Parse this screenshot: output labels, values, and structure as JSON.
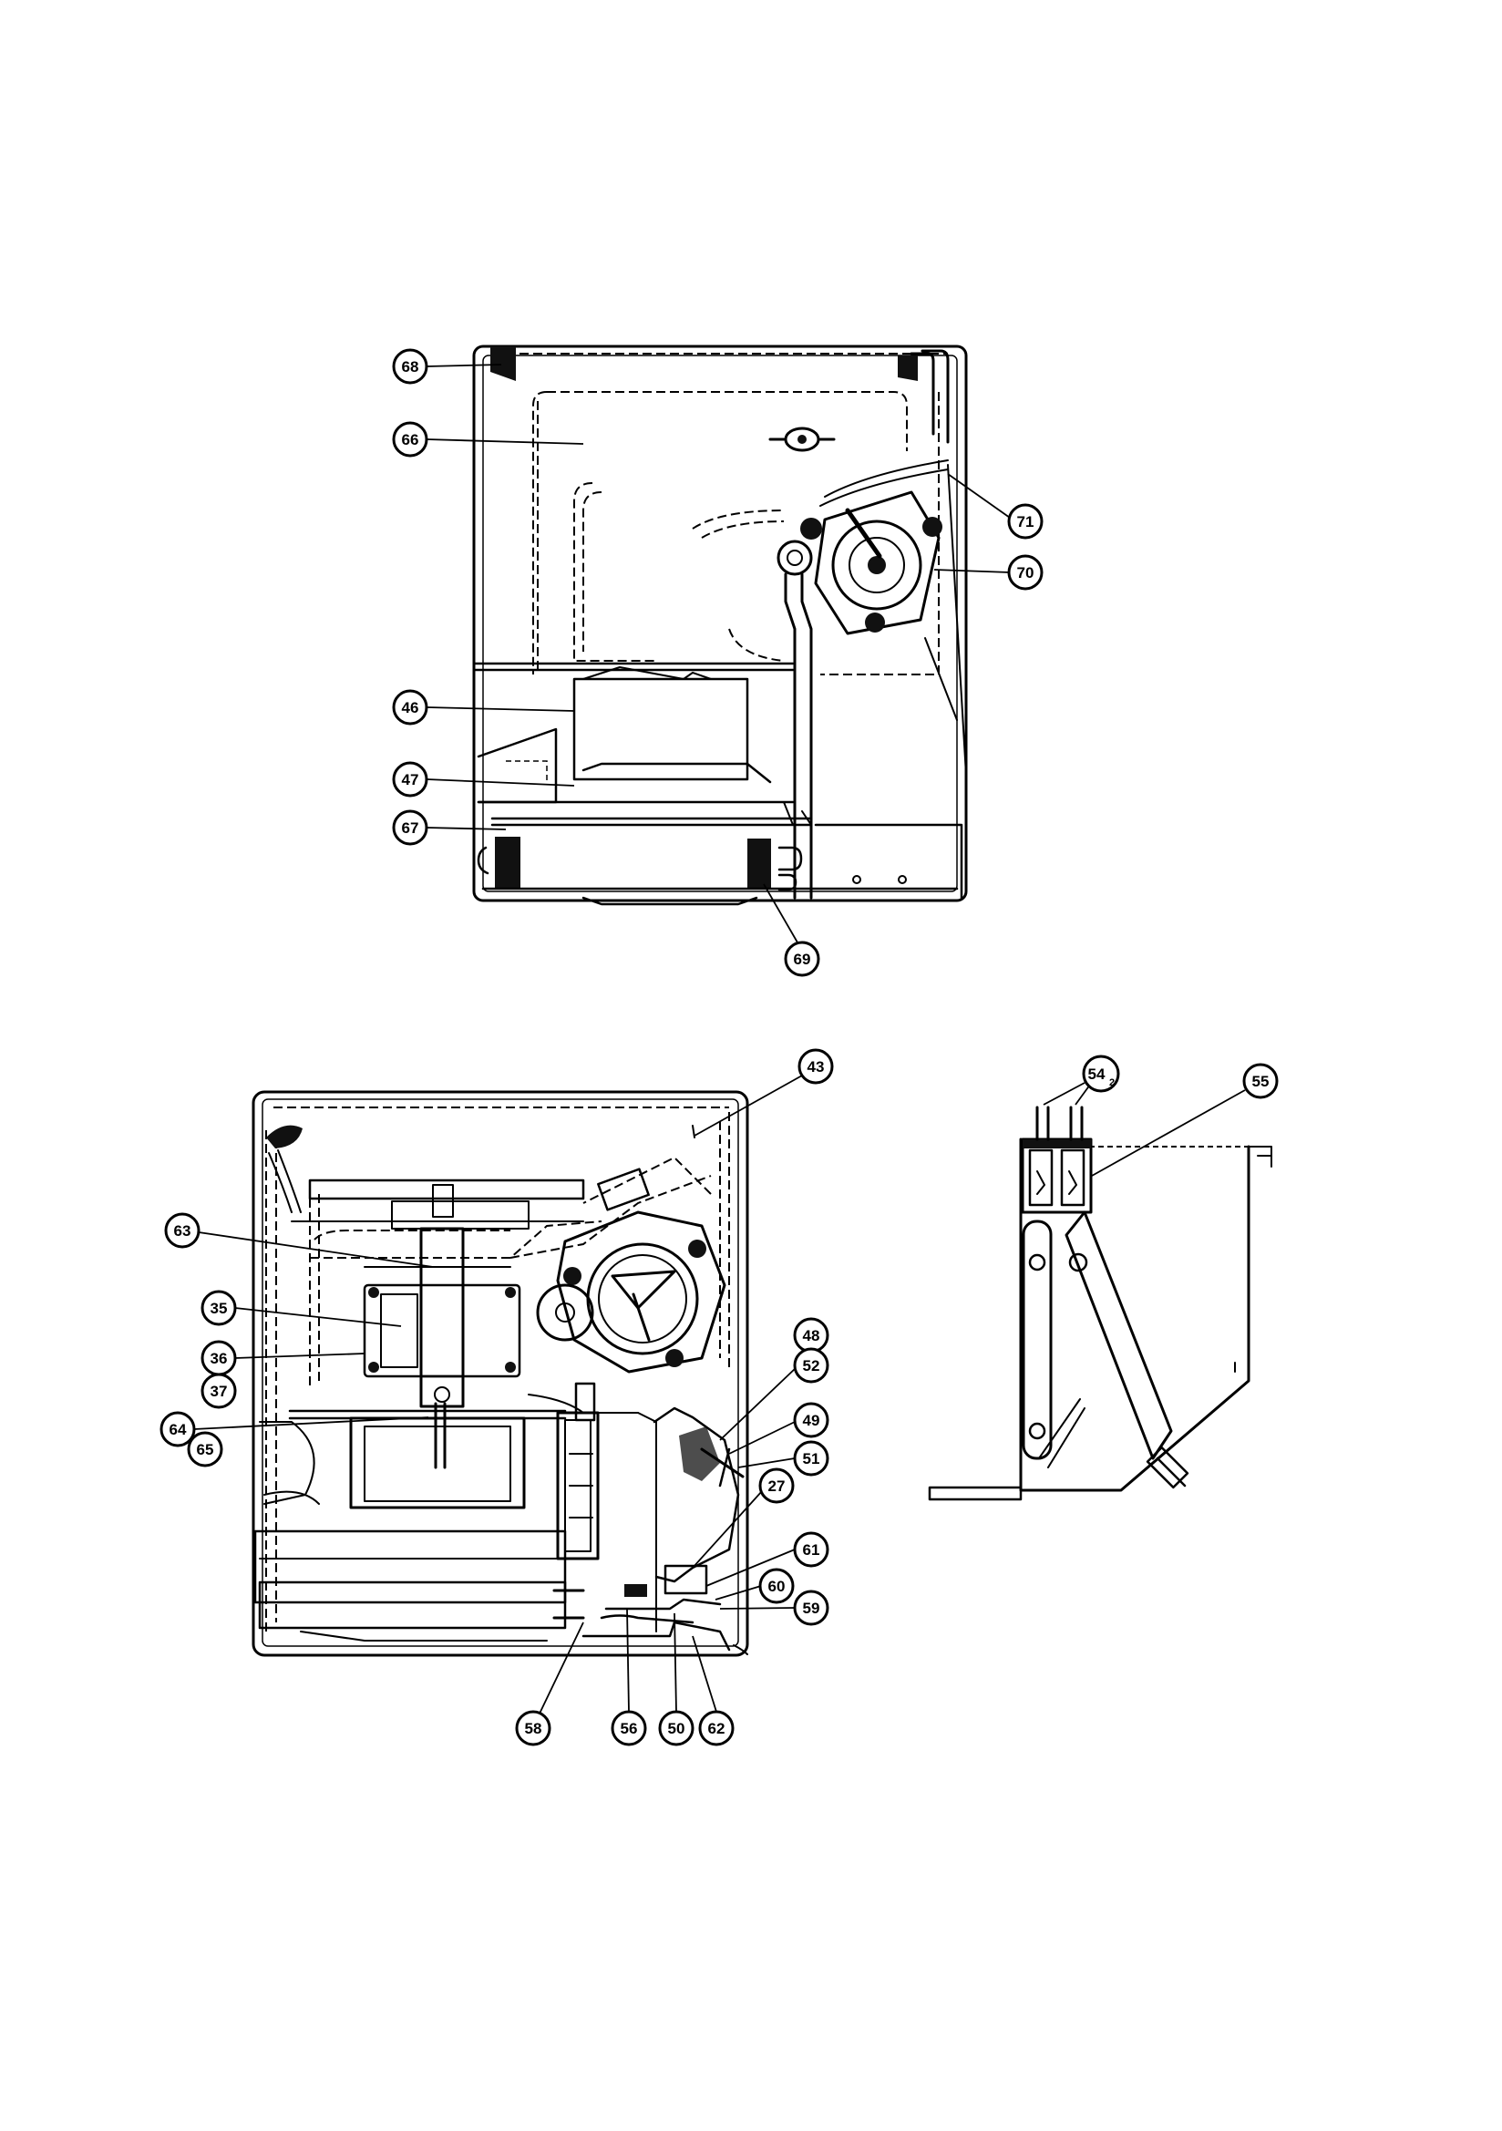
{
  "views": [
    {
      "id": "top-view",
      "callouts": [
        {
          "label": "68"
        },
        {
          "label": "66"
        },
        {
          "label": "71"
        },
        {
          "label": "70"
        },
        {
          "label": "46"
        },
        {
          "label": "47"
        },
        {
          "label": "67"
        },
        {
          "label": "69"
        }
      ]
    },
    {
      "id": "front-view",
      "callouts": [
        {
          "label": "43"
        },
        {
          "label": "63"
        },
        {
          "label": "35"
        },
        {
          "label": "36"
        },
        {
          "label": "37"
        },
        {
          "label": "64"
        },
        {
          "label": "65"
        },
        {
          "label": "48"
        },
        {
          "label": "52"
        },
        {
          "label": "49"
        },
        {
          "label": "51"
        },
        {
          "label": "27"
        },
        {
          "label": "61"
        },
        {
          "label": "60"
        },
        {
          "label": "59"
        },
        {
          "label": "58"
        },
        {
          "label": "56"
        },
        {
          "label": "50"
        },
        {
          "label": "62"
        }
      ]
    },
    {
      "id": "side-view",
      "callouts": [
        {
          "label": "54",
          "subscript": "2"
        },
        {
          "label": "55"
        }
      ]
    }
  ]
}
